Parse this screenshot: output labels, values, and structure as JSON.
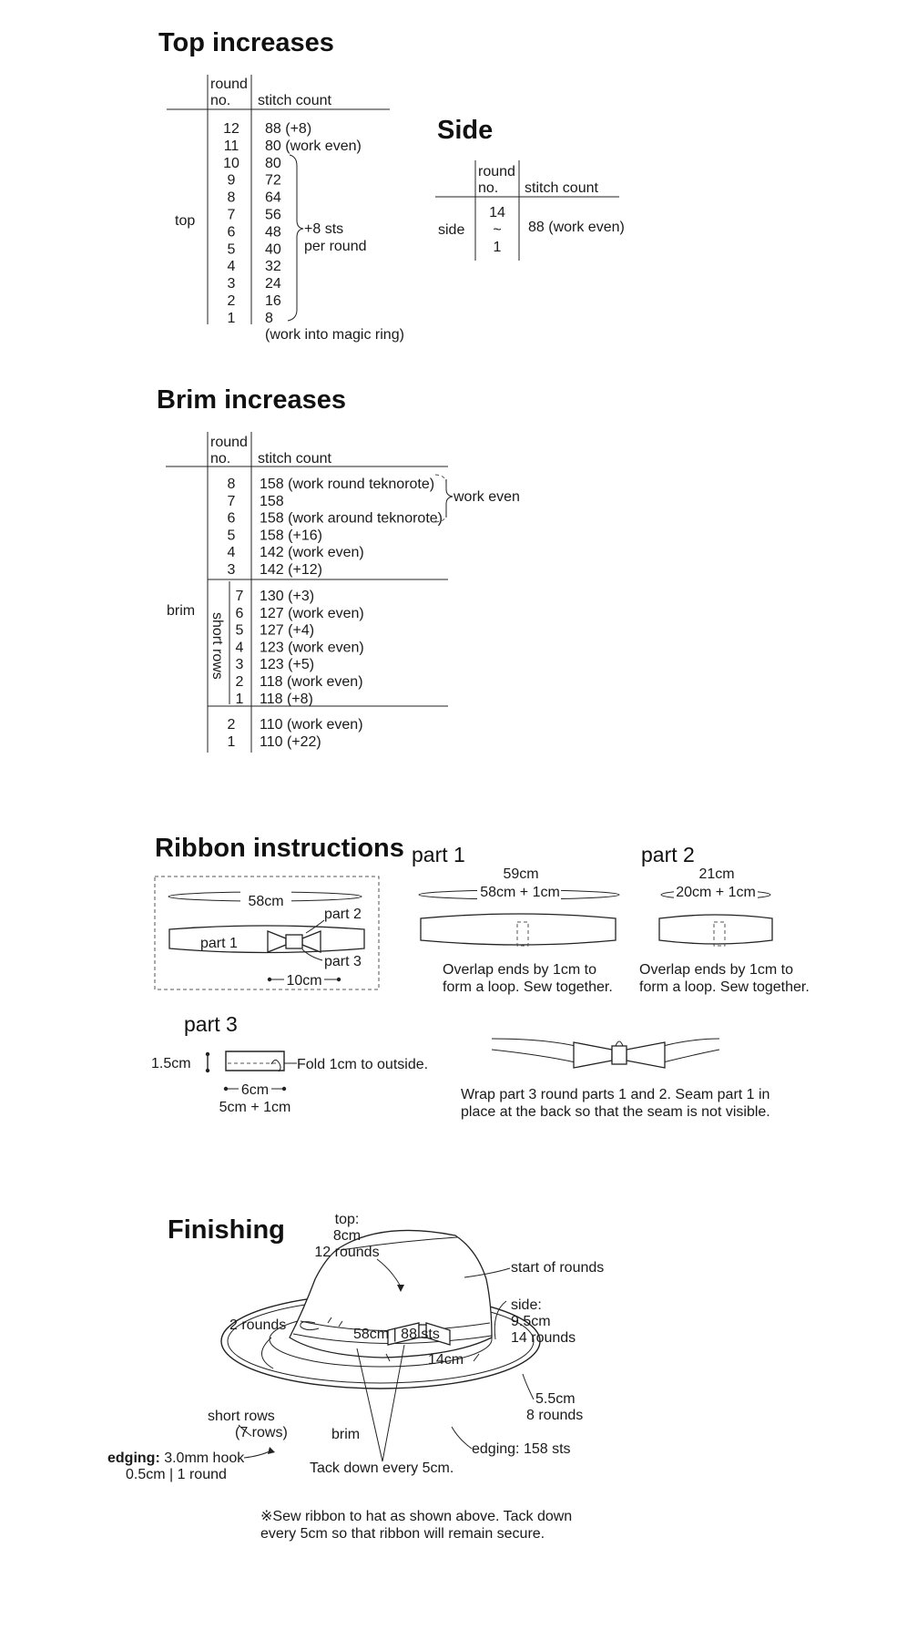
{
  "top_increases": {
    "title": "Top increases",
    "col_round_line1": "round",
    "col_round_line2": "no.",
    "col_stitch": "stitch count",
    "section_label": "top",
    "rounds": [
      "12",
      "11",
      "10",
      "9",
      "8",
      "7",
      "6",
      "5",
      "4",
      "3",
      "2",
      "1"
    ],
    "counts": [
      "88 (+8)",
      "80 (work even)",
      "80",
      "72",
      "64",
      "56",
      "48",
      "40",
      "32",
      "24",
      "16",
      "8"
    ],
    "note_line1": "+8 sts",
    "note_line2": "per round",
    "footnote": "(work into magic ring)"
  },
  "side": {
    "title": "Side",
    "col_round_line1": "round",
    "col_round_line2": "no.",
    "col_stitch": "stitch count",
    "section_label": "side",
    "round_from": "14",
    "round_sep": "~",
    "round_to": "1",
    "count": "88 (work even)"
  },
  "brim_increases": {
    "title": "Brim increases",
    "col_round_line1": "round",
    "col_round_line2": "no.",
    "col_stitch": "stitch count",
    "section_label": "brim",
    "short_rows_label": "short rows",
    "work_even_label": "work even",
    "upper_rounds": [
      "8",
      "7",
      "6",
      "5",
      "4",
      "3"
    ],
    "upper_counts": [
      "158 (work round teknorote)",
      "158",
      "158 (work around teknorote)",
      "158 (+16)",
      "142 (work even)",
      "142 (+12)"
    ],
    "short_rounds": [
      "7",
      "6",
      "5",
      "4",
      "3",
      "2",
      "1"
    ],
    "short_counts": [
      "130 (+3)",
      "127 (work even)",
      "127 (+4)",
      "123 (work even)",
      "123 (+5)",
      "118 (work even)",
      "118 (+8)"
    ],
    "lower_rounds": [
      "2",
      "1"
    ],
    "lower_counts": [
      "110 (work even)",
      "110 (+22)"
    ]
  },
  "ribbon": {
    "title": "Ribbon instructions",
    "overview_length": "58cm",
    "overview_part1": "part 1",
    "overview_part2": "part 2",
    "overview_part3": "part 3",
    "overview_bow": "10cm",
    "part1_title": "part 1",
    "part1_len1": "59cm",
    "part1_len2": "58cm + 1cm",
    "part1_note_line1": "Overlap ends by 1cm to",
    "part1_note_line2": "form a loop. Sew together.",
    "part2_title": "part 2",
    "part2_len1": "21cm",
    "part2_len2": "20cm + 1cm",
    "part2_note_line1": "Overlap ends by 1cm to",
    "part2_note_line2": "form a loop. Sew together.",
    "part3_title": "part 3",
    "part3_height": "1.5cm",
    "part3_fold": "Fold 1cm to outside.",
    "part3_len1": "6cm",
    "part3_len2": "5cm + 1cm",
    "wrap_note_line1": "Wrap part 3 round parts 1 and 2. Seam part 1 in",
    "wrap_note_line2": "place at the back so that the seam is not visible."
  },
  "finishing": {
    "title": "Finishing",
    "top_line1": "top:",
    "top_line2": "8cm",
    "top_line3": "12 rounds",
    "start_of_rounds": "start of rounds",
    "side_line1": "side:",
    "side_line2": "9.5cm",
    "side_line3": "14 rounds",
    "two_rounds": "2 rounds",
    "circumference": "58cm | 88 sts",
    "bow_length": "14cm",
    "brim_width_line1": "5.5cm",
    "brim_width_line2": "8 rounds",
    "short_rows_line1": "short rows",
    "short_rows_line2": "(7 rows)",
    "brim": "brim",
    "edging_bold": "edging:",
    "edging_hook": " 3.0mm hook",
    "edging_line2": "0.5cm | 1 round",
    "edging_sts": "edging: 158 sts",
    "tack_down": "Tack down every 5cm.",
    "note_line1": "※Sew ribbon to hat as shown above. Tack down",
    "note_line2": "every 5cm so that ribbon will remain secure."
  }
}
